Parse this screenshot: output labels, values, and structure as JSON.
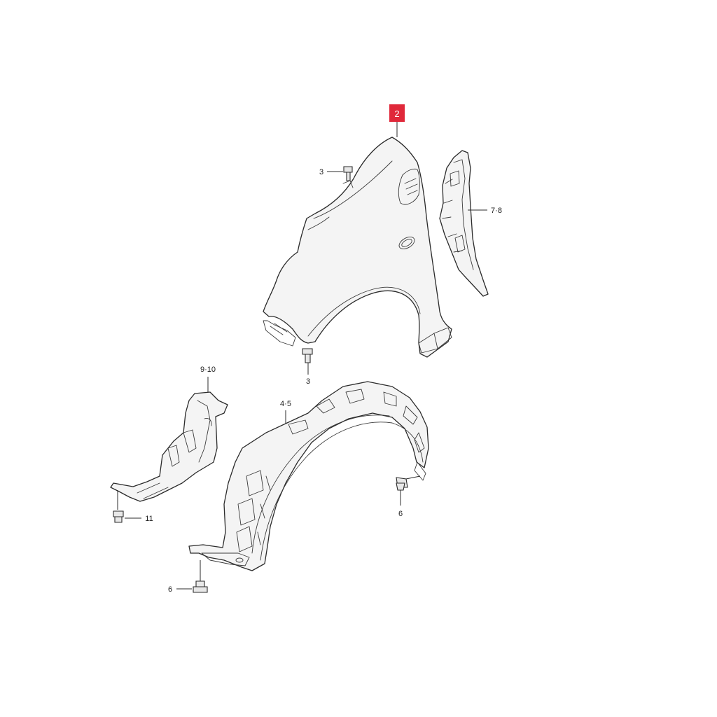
{
  "diagram": {
    "highlight_color": "#e0283a",
    "callouts": {
      "fender": "2",
      "bolt_top": "3",
      "bolt_bottom": "3",
      "bracket": "7·8",
      "side_cover": "9·10",
      "liner": "4·5",
      "clip_right": "6",
      "clip_left": "6",
      "bolt_cover": "11"
    }
  }
}
